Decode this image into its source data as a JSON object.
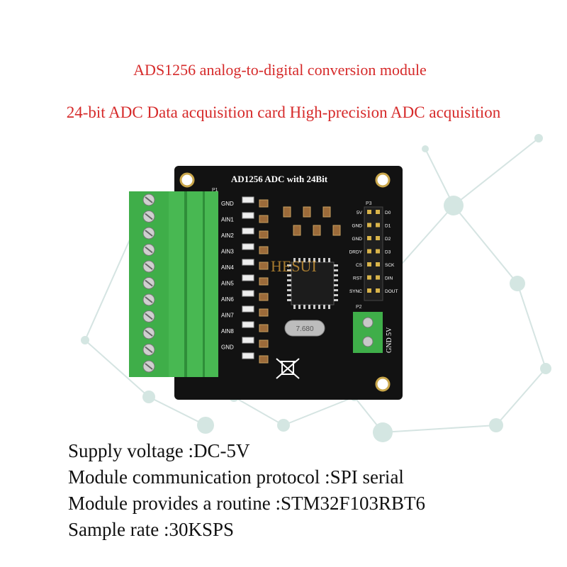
{
  "titles": {
    "line1": "ADS1256 analog-to-digital conversion module",
    "line2": "24-bit ADC Data acquisition card High-precision ADC acquisition"
  },
  "board": {
    "silkscreen_title": "AD1256 ADC with 24Bit",
    "watermark": "HESUI",
    "p1_label": "P1",
    "p2_label": "P2",
    "p3_label": "P3",
    "terminal_labels": [
      "GND",
      "AIN1",
      "AIN2",
      "AIN3",
      "AIN4",
      "AIN5",
      "AIN6",
      "AIN7",
      "AIN8",
      "GND"
    ],
    "header_left_labels": [
      "5V",
      "GND",
      "GND",
      "DRDY",
      "CS",
      "RST",
      "SYNC"
    ],
    "header_right_labels": [
      "D0",
      "D1",
      "D2",
      "D3",
      "SCK",
      "DIN",
      "DOUT"
    ],
    "power_label": "GND 5V",
    "crystal_text": "7.680",
    "colors": {
      "pcb": "#121212",
      "terminal_green": "#3fae49",
      "title_red": "#d62a2a"
    }
  },
  "specs": [
    "Supply voltage :DC-5V",
    "Module communication protocol :SPI serial",
    "Module provides a routine :STM32F103RBT6",
    "Sample rate :30KSPS"
  ]
}
